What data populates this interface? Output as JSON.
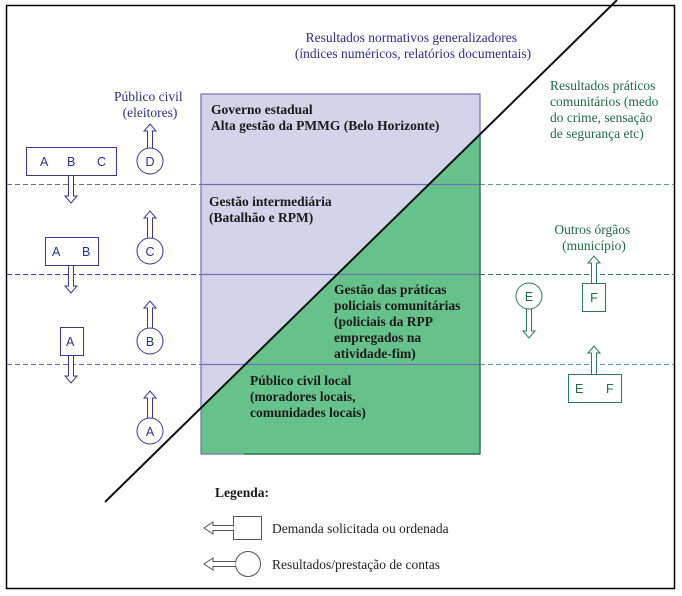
{
  "colors": {
    "governance_fill": "#d4d3ea",
    "governance_stroke": "#6f6fb4",
    "practice_fill": "#66c28a",
    "practice_stroke": "#2f7a52",
    "blue": "#2e2e8a",
    "green": "#1f6b45",
    "diagonal": "#111111"
  },
  "top_label": {
    "line1": "Resultados normativos generalizadores",
    "line2": "(índices numéricos, relatórios documentais)"
  },
  "right_top_label": {
    "lines": [
      "Resultados práticos",
      "comunitários (medo",
      "do crime, sensação",
      "de segurança etc)"
    ]
  },
  "left_top_label": {
    "line1": "Público civil",
    "line2": "(eleitores)"
  },
  "right_mid_label": {
    "line1": "Outros órgãos",
    "line2": "(município)"
  },
  "levels": [
    {
      "lines": [
        "Governo estadual",
        "Alta gestão da PMMG (Belo Horizonte)"
      ]
    },
    {
      "lines": [
        "Gestão intermediária",
        "(Batalhão e RPM)"
      ]
    },
    {
      "lines": [
        "Gestão das práticas",
        "policiais comunitárias",
        "(policiais da RPP",
        "empregados na",
        "atividade-fim)"
      ]
    },
    {
      "lines": [
        "Público civil local",
        "(moradores locais,",
        "comunidades locais)"
      ]
    }
  ],
  "demand_boxes_left": [
    {
      "letters": [
        "A",
        "B",
        "C"
      ]
    },
    {
      "letters": [
        "A",
        "B"
      ]
    },
    {
      "letters": [
        "A"
      ]
    }
  ],
  "result_circles_left": [
    "D",
    "C",
    "B",
    "A"
  ],
  "right_elements": {
    "result_circle": "E",
    "demand_box_upper": [
      "F"
    ],
    "demand_box_lower": [
      "E",
      "F"
    ]
  },
  "legend": {
    "title": "Legenda:",
    "items": [
      {
        "icon": "demand-box-arrow-icon",
        "label": "Demanda solicitada ou ordenada"
      },
      {
        "icon": "result-circle-arrow-icon",
        "label": "Resultados/prestação de contas"
      }
    ]
  }
}
